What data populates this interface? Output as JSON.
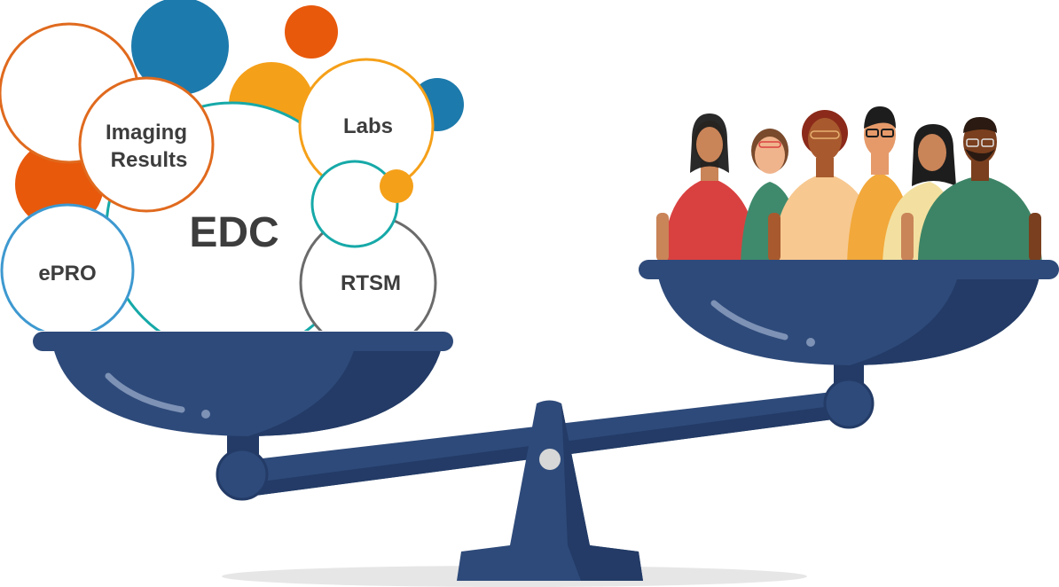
{
  "labels": {
    "edc": "EDC",
    "imaging_line1": "Imaging",
    "imaging_line2": "Results",
    "labs": "Labs",
    "epro": "ePRO",
    "rtsm": "RTSM"
  },
  "colors": {
    "scale_navy": "#2e4a7a",
    "scale_dark": "#233b66",
    "orange": "#e8590c",
    "amber": "#f5a019",
    "blue": "#1d7aac",
    "teal": "#16a9a8",
    "light_blue": "#3e99d0",
    "gray": "#6b6b6b",
    "label_text": "#3d3d3d"
  },
  "people": [
    {
      "shirt": "#d94140",
      "skin": "#c98458",
      "hair": "#1d1d1d"
    },
    {
      "shirt": "#3f8a6d",
      "skin": "#f0b48c",
      "hair": "#7a4a2c"
    },
    {
      "shirt": "#f7c890",
      "skin": "#a85a2e",
      "hair": "#8b2a1a"
    },
    {
      "shirt": "#f2a83a",
      "skin": "#e69a6a",
      "hair": "#1d1d1d"
    },
    {
      "shirt": "#f3e0a0",
      "skin": "#c98458",
      "hair": "#1d1d1d"
    },
    {
      "shirt": "#3d8466",
      "skin": "#7a3f1e",
      "hair": "#2a1a12"
    }
  ]
}
